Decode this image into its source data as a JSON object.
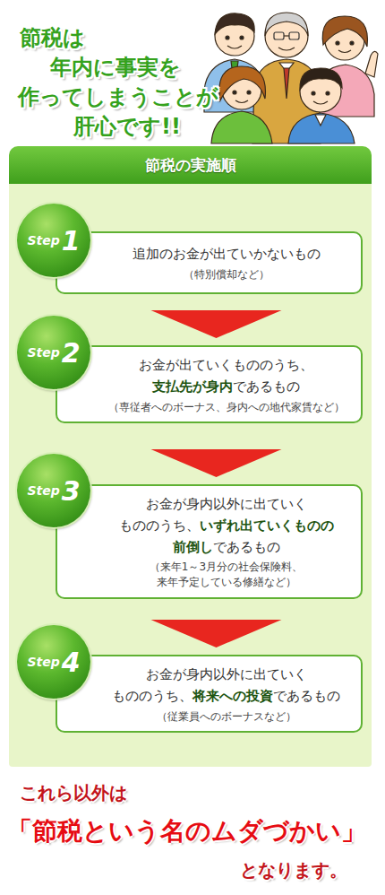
{
  "diagram": {
    "title": "節税は 年内に事実を 作ってしまうことが 肝心です!!",
    "caption": "これら以外は 「節税という名のムダづかい」 となります。",
    "nodes": [
      {
        "text": [
          "節税の実施順"
        ]
      },
      {
        "text": [
          "Step",
          "1"
        ],
        "in": 0
      },
      {
        "text": [
          "追加のお金が出ていかないもの",
          "（特別償却など）"
        ],
        "in": 0
      },
      {
        "text": [
          "Step",
          "2"
        ],
        "in": 0
      },
      {
        "text": [
          "お金が出ていくもののうち、",
          "支払先が身内",
          "であるもの",
          "（専従者へのボーナス、身内への地代家賃など）"
        ],
        "in": 0
      },
      {
        "text": [
          "Step",
          "3"
        ],
        "in": 0
      },
      {
        "text": [
          "お金が身内以外に出ていく もののうち、",
          "いずれ出ていくものの 前倒し",
          "であるもの",
          "（来年1～3月分の社会保険料、 来年予定している修繕など）"
        ],
        "in": 0
      },
      {
        "text": [
          "Step",
          "4"
        ],
        "in": 0
      },
      {
        "text": [
          "お金が身内以外に出ていく もののうち、",
          "将来への投資",
          "であるもの",
          "（従業員へのボーナスなど）"
        ],
        "in": 0
      }
    ],
    "edges": [
      {
        "from": 2,
        "to": 4,
        "arrow": "to"
      },
      {
        "from": 4,
        "to": 6,
        "arrow": "to"
      },
      {
        "from": 6,
        "to": 8,
        "arrow": "to"
      }
    ]
  }
}
